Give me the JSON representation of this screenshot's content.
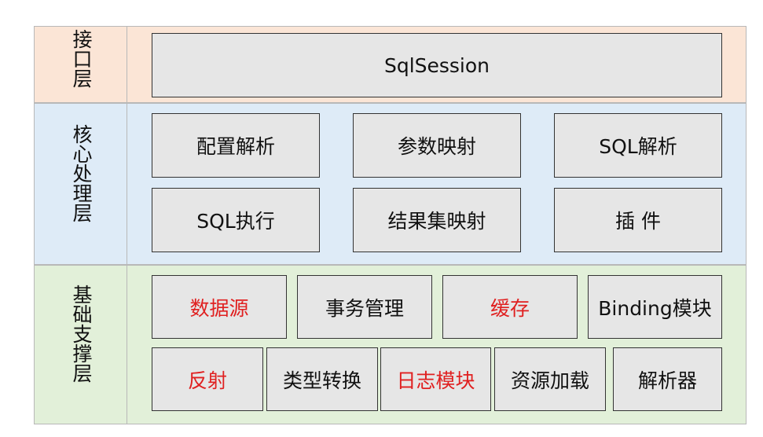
{
  "layers": {
    "interface": {
      "label": "接口层",
      "bg": "#fbe5d6",
      "boxes": [
        "SqlSession"
      ]
    },
    "core": {
      "label": "核心处理层",
      "bg": "#deebf7",
      "boxes": [
        "配置解析",
        "参数映射",
        "SQL解析",
        "SQL执行",
        "结果集映射",
        "插 件"
      ]
    },
    "base": {
      "label": "基础支撑层",
      "bg": "#e2f0d9",
      "row1": [
        "数据源",
        "事务管理",
        "缓存",
        "Binding模块"
      ],
      "row2": [
        "反射",
        "类型转换",
        "日志模块",
        "资源加载",
        "解析器"
      ]
    }
  },
  "colors": {
    "box_fill": "#e6e6e6",
    "box_border": "#333333",
    "highlight_text": "#e02020"
  }
}
